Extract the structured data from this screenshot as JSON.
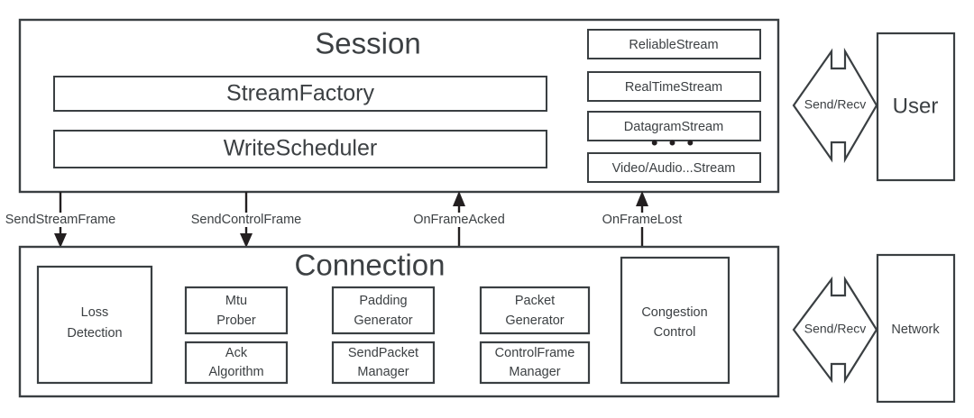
{
  "diagram": {
    "title_session": "Session",
    "title_connection": "Connection",
    "session_layers": [
      {
        "label": "StreamFactory"
      },
      {
        "label": "WriteScheduler"
      }
    ],
    "streams": [
      {
        "label": "ReliableStream"
      },
      {
        "label": "RealTimeStream"
      },
      {
        "label": "DatagramStream"
      },
      {
        "label": "Video/Audio...Stream"
      }
    ],
    "stream_ellipsis": "• • •",
    "connection_nodes": {
      "loss_detection": {
        "line1": "Loss",
        "line2": "Detection"
      },
      "mtu_prober": {
        "line1": "Mtu",
        "line2": "Prober"
      },
      "ack_algorithm": {
        "line1": "Ack",
        "line2": "Algorithm"
      },
      "padding_generator": {
        "line1": "Padding",
        "line2": "Generator"
      },
      "sendpacket_manager": {
        "line1": "SendPacket",
        "line2": "Manager"
      },
      "packet_generator": {
        "line1": "Packet",
        "line2": "Generator"
      },
      "controlframe_manager": {
        "line1": "ControlFrame",
        "line2": "Manager"
      },
      "congestion_control": {
        "line1": "Congestion",
        "line2": "Control"
      }
    },
    "edges": [
      {
        "label": "SendStreamFrame",
        "direction": "down"
      },
      {
        "label": "SendControlFrame",
        "direction": "down"
      },
      {
        "label": "OnFrameAcked",
        "direction": "up"
      },
      {
        "label": "OnFrameLost",
        "direction": "up"
      }
    ],
    "endpoints": {
      "user": "User",
      "network": "Network",
      "send_recv_top": "Send/Recv",
      "send_recv_bottom": "Send/Recv"
    },
    "colors": {
      "stroke": "#3a3f42",
      "text": "#3c4043",
      "arrow": "#231f20",
      "background": "#ffffff"
    }
  }
}
